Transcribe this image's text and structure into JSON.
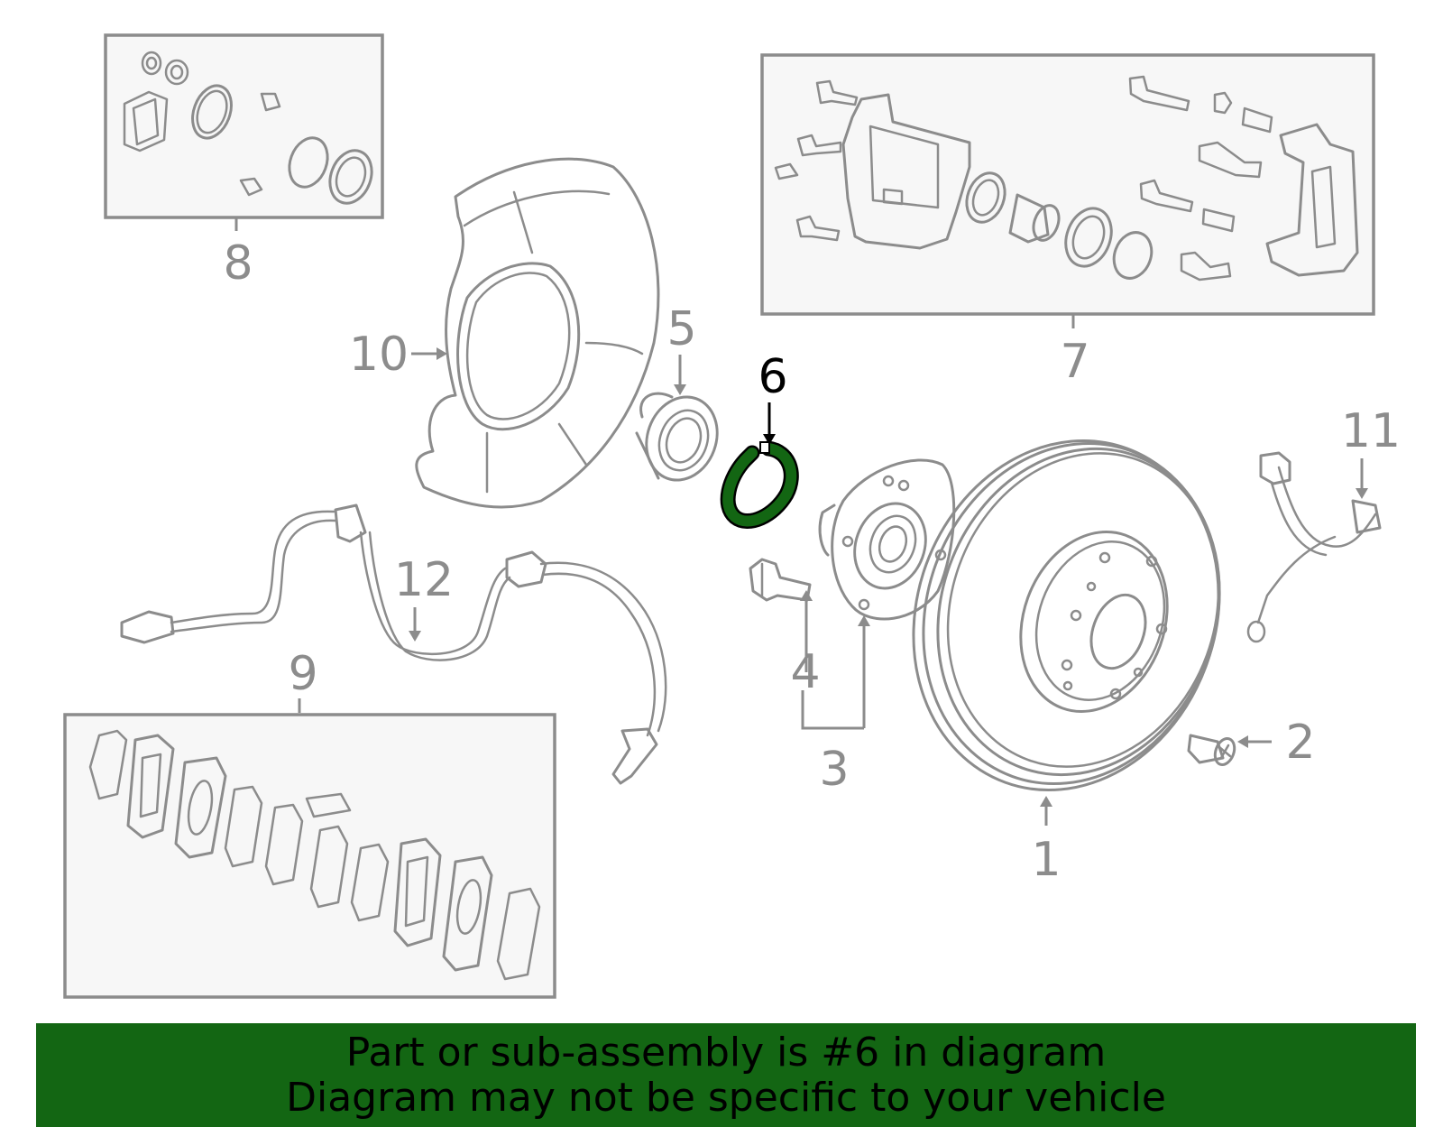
{
  "callouts": {
    "c1": "1",
    "c2": "2",
    "c3": "3",
    "c4": "4",
    "c5": "5",
    "c6": "6",
    "c7": "7",
    "c8": "8",
    "c9": "9",
    "c10": "10",
    "c11": "11",
    "c12": "12"
  },
  "highlight": {
    "part_number": "6",
    "color": "#136613"
  },
  "banner": {
    "line1": "Part or sub-assembly is #6 in diagram",
    "line2": "Diagram may not be specific to your vehicle",
    "background": "#136613"
  }
}
